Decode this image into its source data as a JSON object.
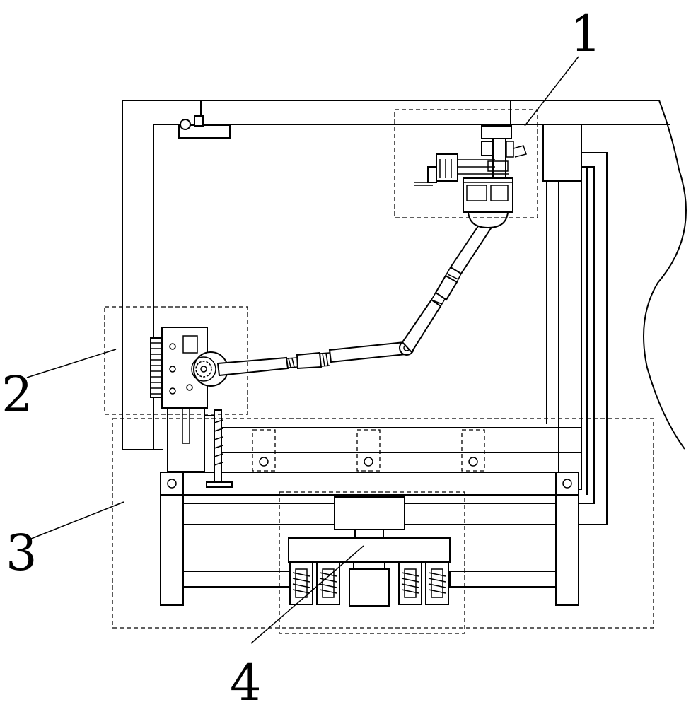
{
  "labels": {
    "l1": "1",
    "l2": "2",
    "l3": "3",
    "l4": "4"
  },
  "colors": {
    "line": "#000000",
    "background": "#ffffff"
  }
}
